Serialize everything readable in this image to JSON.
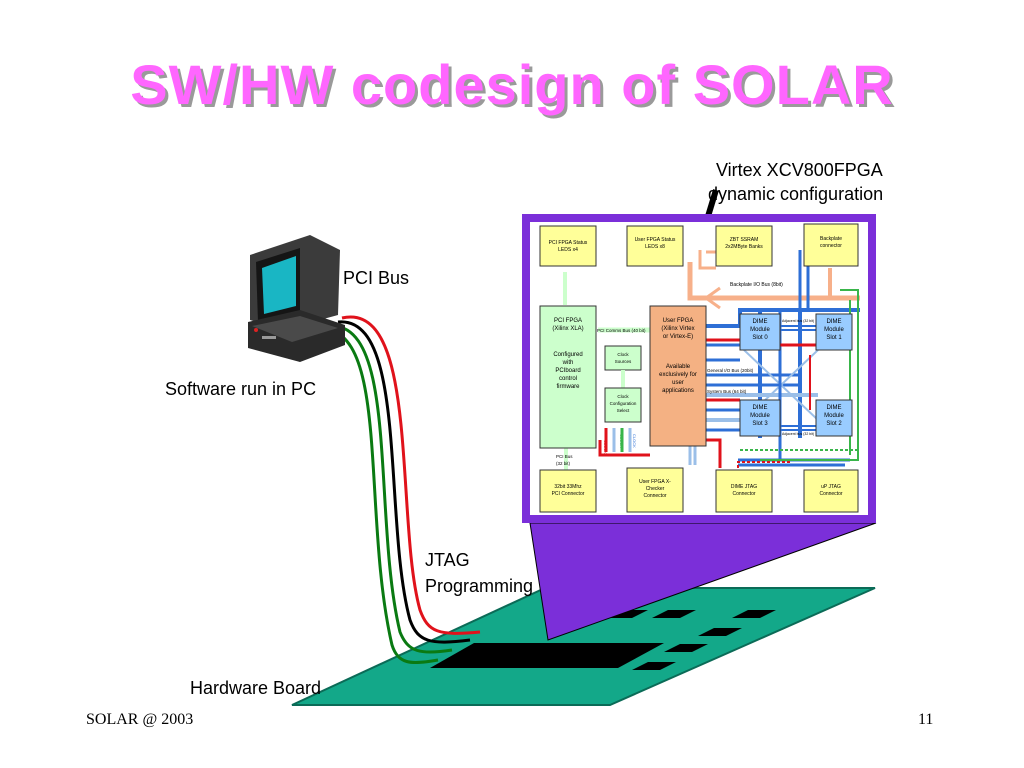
{
  "title": "SW/HW codesign of SOLAR",
  "labels": {
    "fpga_line1": "Virtex XCV800FPGA",
    "fpga_line2": "dynamic configuration",
    "pci_bus": "PCI Bus",
    "software": "Software run in PC",
    "jtag_line1": "JTAG",
    "jtag_line2": "Programming",
    "hardware_board": "Hardware Board"
  },
  "footer": {
    "left": "SOLAR @ 2003",
    "page": "11"
  },
  "board": {
    "pci_status": [
      "PCI FPGA Status",
      "LEDS x4"
    ],
    "user_status": [
      "User FPGA Status",
      "LEDS x8"
    ],
    "zbt": [
      "ZBT SSRAM",
      "2x2MByte Banks"
    ],
    "backplate_conn": [
      "Backplate",
      "connector"
    ],
    "backplate_bus": "Backplate I/O Bus (8bit)",
    "pci_fpga": [
      "PCI FPGA",
      "(Xilinx XLA)",
      "",
      "Configured",
      "with",
      "PCIboard",
      "control",
      "firmware"
    ],
    "pci_comms": "PCI Comms Bus (40 bit)",
    "clock_sources": [
      "Clock",
      "Sources"
    ],
    "clock_select": [
      "Clock",
      "Configuration",
      "Select"
    ],
    "user_fpga": [
      "User FPGA",
      "(Xilinx Virtex",
      "or Virtex-E)",
      "",
      "Available",
      "exclusively for",
      "user",
      "applications"
    ],
    "slot0": [
      "DIME",
      "Module",
      "Slot 0"
    ],
    "slot1": [
      "DIME",
      "Module",
      "Slot 1"
    ],
    "slot2": [
      "DIME",
      "Module",
      "Slot 2"
    ],
    "slot3": [
      "DIME",
      "Module",
      "Slot 3"
    ],
    "general_io": "General I/O Bus (20bit)",
    "system_bus": "System Bus (64 bit)",
    "adjacent_top": "Adjacent bus (32 bit)",
    "adjacent_bottom": "Adjacent bus (32 bit)",
    "pci_bus_small": [
      "PCI Bus",
      "(32 bit)"
    ],
    "pci_conn": [
      "32bit 33Mhz",
      "PCI Connector"
    ],
    "xchecker": [
      "User FPGA X-",
      "Checker",
      "Connector"
    ],
    "dime_jtag": [
      "DIME JTAG",
      "Connector"
    ],
    "up_jtag": [
      "uP JTAG",
      "Connector"
    ],
    "clock_labels": [
      "CLOCK",
      "CLOCK",
      "CLOCK"
    ]
  },
  "colors": {
    "title": "#ff66ff",
    "frame": "#7b2fd9",
    "board": "#13a889",
    "yellow_box": "#ffff99",
    "green_box": "#ccffcc",
    "fpga_box": "#f4b183",
    "dime_box": "#99ccff"
  }
}
